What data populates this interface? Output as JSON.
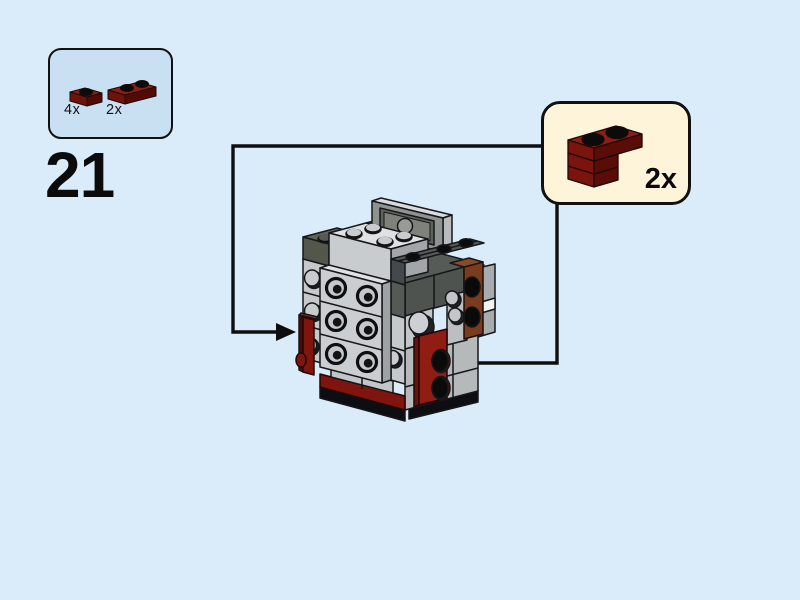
{
  "page": {
    "background_color": "#daecf9"
  },
  "step": {
    "number": "21"
  },
  "parts_box": {
    "parts": [
      {
        "icon": "dark-red-plate-1x1-icon",
        "count": "4x"
      },
      {
        "icon": "dark-red-plate-1x2-icon",
        "count": "2x"
      }
    ]
  },
  "callout": {
    "part_icon": "dark-red-stacked-plates-icon",
    "count": "2x"
  },
  "model": {
    "icon": "brick-model-assembly"
  },
  "colors": {
    "dark_red": "#8f1d14",
    "dark_red_shadow": "#6d100a",
    "light_gray": "#c9ccce",
    "dark_gray": "#4e534f",
    "reddish_brown": "#7b3b1e",
    "white_stripe": "#f2f2f0",
    "black_parts": "#0c0e11",
    "parts_box_bg": "#c9dff2",
    "callout_bg": "#fdf4da",
    "arrow": "#0e0e0e"
  }
}
